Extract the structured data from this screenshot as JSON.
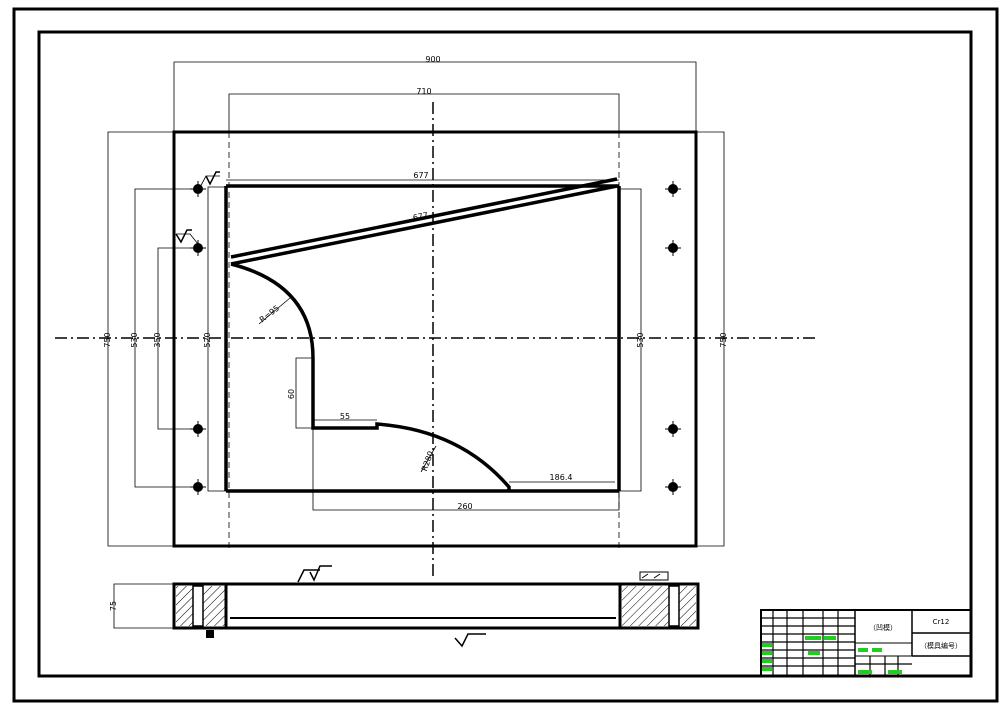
{
  "colors": {
    "line": "#000000",
    "background": "#ffffff",
    "title_block_accent": "#22cc22"
  },
  "dimensions": {
    "d900": "900",
    "d710": "710",
    "d677_top": "677",
    "d677_diag": "677",
    "d750_left": "750",
    "d530_left": "530",
    "d350_left": "350",
    "d520_left": "520",
    "d530_right": "530",
    "d750_right": "750",
    "radius_upper": "R=95",
    "d60": "60",
    "d55": "55",
    "radius_lower": "R280",
    "d186": "186.4",
    "d260": "260",
    "d75": "75"
  },
  "title_block": {
    "part_name": "（凹模）",
    "material": "Cr12",
    "drawing_no": "（模具编号）"
  }
}
